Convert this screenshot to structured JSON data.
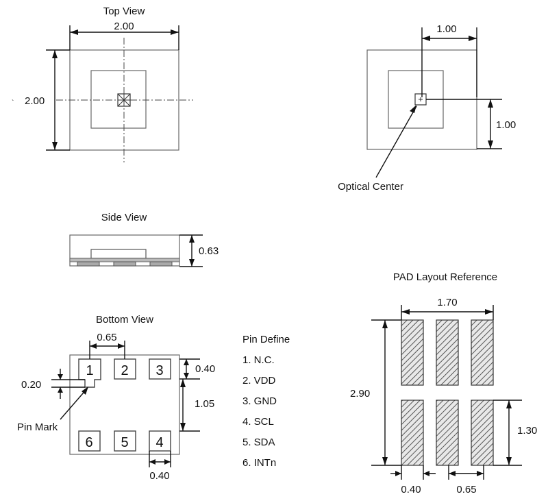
{
  "top_view": {
    "title": "Top View",
    "width_label": "2.00",
    "height_label": "2.00",
    "stray_mark": "`"
  },
  "optical_view": {
    "offset_x_label": "1.00",
    "offset_y_label": "1.00",
    "center_label": "Optical Center"
  },
  "side_view": {
    "title": "Side View",
    "height_label": "0.63"
  },
  "bottom_view": {
    "title": "Bottom View",
    "pitch_label": "0.65",
    "pad_height_label": "0.40",
    "row_span_label": "1.05",
    "pad_width_label": "0.40",
    "notch_label": "0.20",
    "pin_mark_label": "Pin Mark",
    "pins": [
      "1",
      "2",
      "3",
      "6",
      "5",
      "4"
    ]
  },
  "pin_define": {
    "title": "Pin Define",
    "items": [
      "1. N.C.",
      "2. VDD",
      "3. GND",
      "4. SCL",
      "5. SDA",
      "6. INTn"
    ]
  },
  "pad_layout": {
    "title": "PAD Layout Reference",
    "width_label": "1.70",
    "height_label": "2.90",
    "pad_height_label": "1.30",
    "pad_width_label": "0.40",
    "pitch_label": "0.65"
  }
}
